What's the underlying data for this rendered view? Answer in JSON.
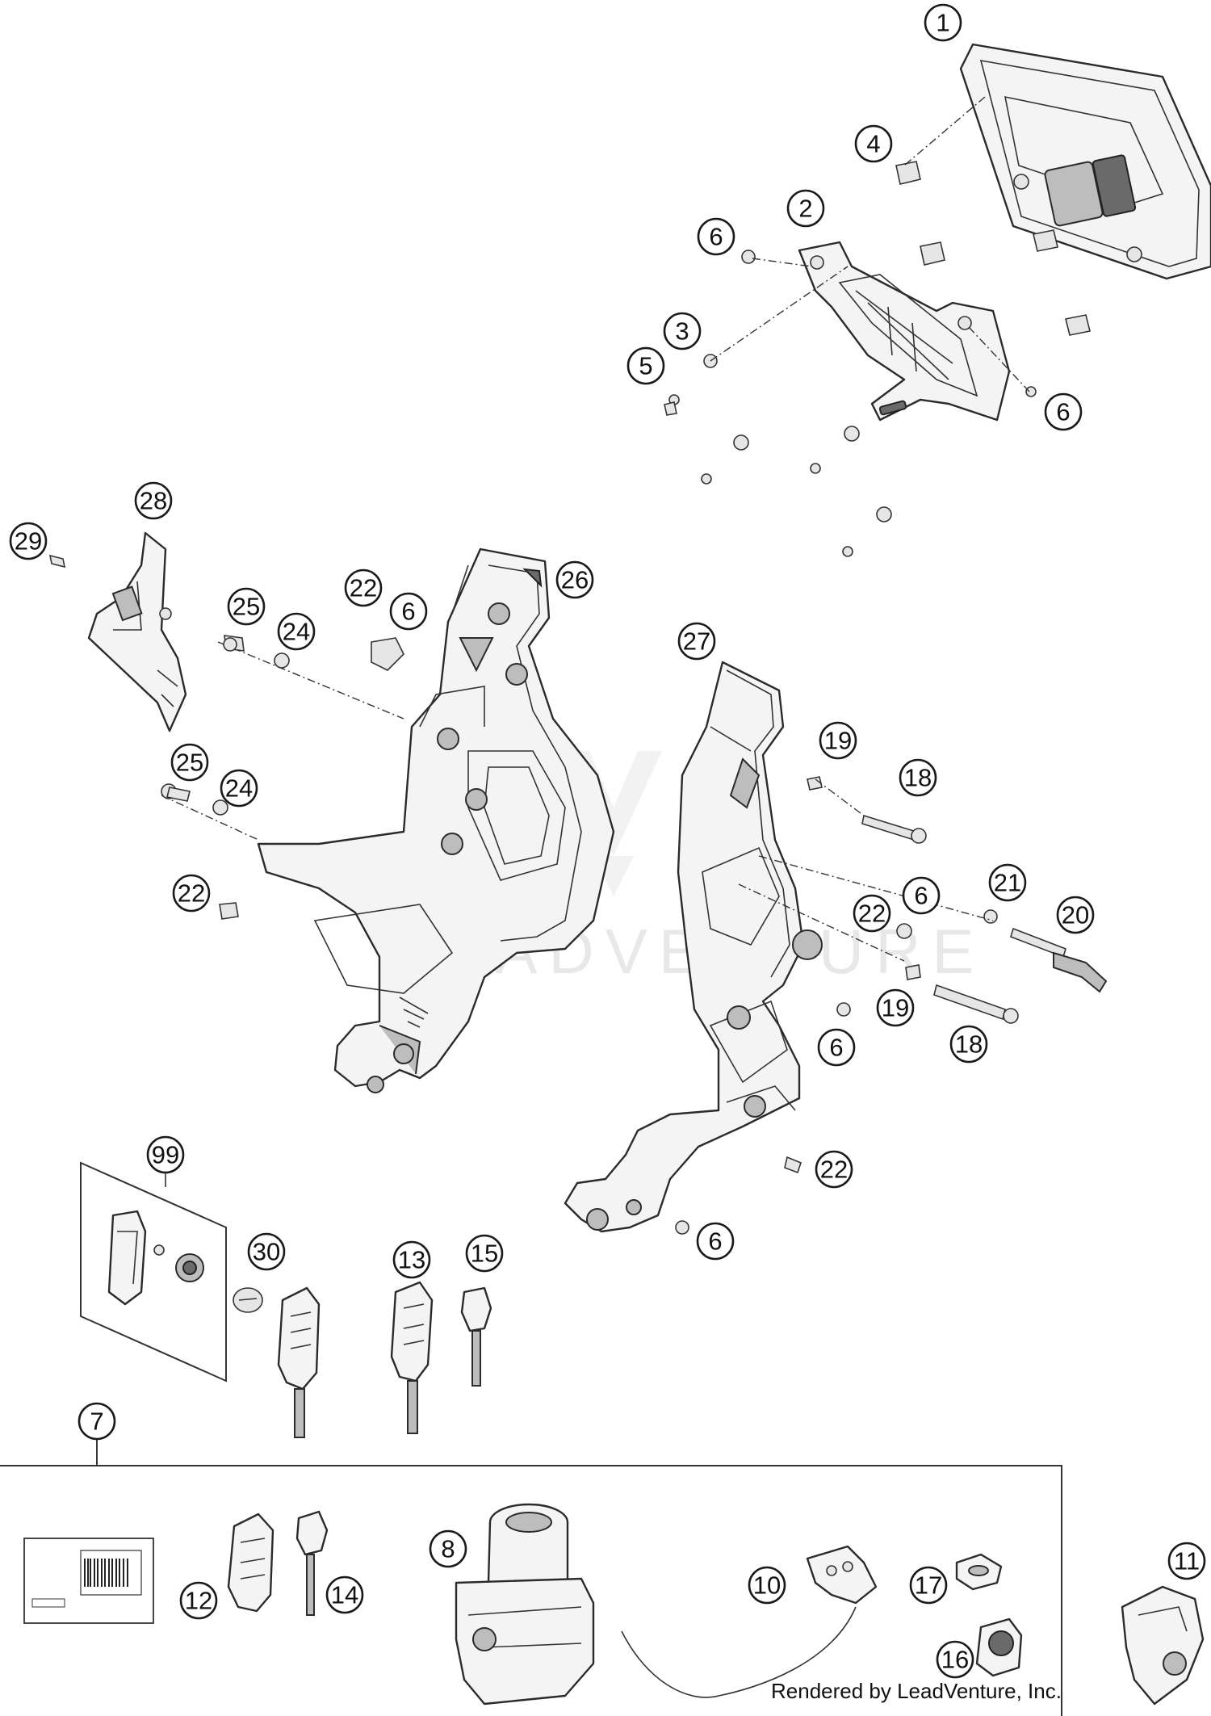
{
  "diagram": {
    "callouts": [
      "1",
      "2",
      "3",
      "4",
      "5",
      "6",
      "7",
      "8",
      "10",
      "11",
      "12",
      "13",
      "14",
      "15",
      "16",
      "17",
      "18",
      "19",
      "20",
      "21",
      "22",
      "24",
      "25",
      "26",
      "27",
      "28",
      "29",
      "30",
      "99"
    ],
    "watermark": "LEADVENTURE",
    "credit": "Rendered by LeadVenture, Inc."
  }
}
